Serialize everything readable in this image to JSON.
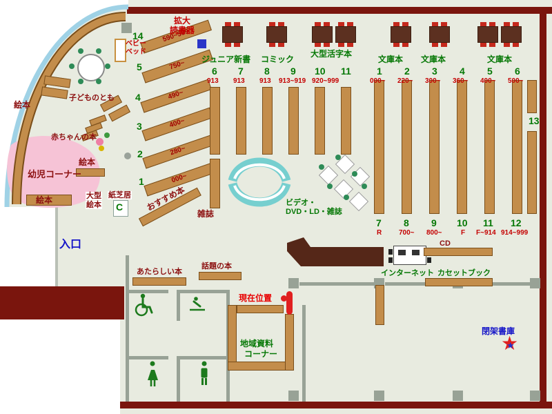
{
  "colors": {
    "wall": "#7a150d",
    "shelf": "#c38d4b",
    "accent_green": "#067806",
    "accent_red": "#c40000",
    "dark_red": "#8c1010",
    "blue": "#1414c8",
    "pink_area": "#f6c3d6",
    "sofa_cyan": "#76cfcf"
  },
  "reader": {
    "line1": "拡大",
    "line2": "読書器"
  },
  "entrance": "入口",
  "children": {
    "ehon_arc": "絵本",
    "ehon_mid": "絵本",
    "ehon_low": "絵本",
    "kodomo_no_tomo": "子どものとも",
    "akachan_no_hon": "赤ちゃんの本",
    "yoji_corner": "幼児コーナー",
    "baby_bed_line1": "ベビー",
    "baby_bed_line2": "ベッド",
    "ogata_line1": "大型",
    "ogata_line2": "絵本",
    "kamishibai": "紙芝居",
    "c_mark": "C"
  },
  "diagonal_shelves": [
    {
      "num": "14",
      "range": "590~599"
    },
    {
      "num": "5",
      "range": "750~"
    },
    {
      "num": "4",
      "range": "490~"
    },
    {
      "num": "3",
      "range": "400~"
    },
    {
      "num": "2",
      "range": "280~"
    },
    {
      "num": "1",
      "range": "000~"
    }
  ],
  "osusume": "おすすめ本",
  "headers": [
    "ジュニア新書",
    "コミック",
    "大型活字本",
    "文庫本",
    "文庫本",
    "文庫本"
  ],
  "shelves_top_left": [
    {
      "num": "6",
      "range": "913"
    },
    {
      "num": "7",
      "range": "913"
    },
    {
      "num": "8",
      "range": "913"
    },
    {
      "num": "9",
      "range": "913~919"
    },
    {
      "num": "10",
      "range": "920~999"
    },
    {
      "num": "11",
      "range": ""
    }
  ],
  "shelves_top_right": [
    {
      "num": "1",
      "range": "000~"
    },
    {
      "num": "2",
      "range": "220~"
    },
    {
      "num": "3",
      "range": "300~"
    },
    {
      "num": "4",
      "range": "360~"
    },
    {
      "num": "5",
      "range": "400~"
    },
    {
      "num": "6",
      "range": "500~"
    }
  ],
  "shelves_bottom": [
    {
      "num": "7",
      "range": "R"
    },
    {
      "num": "8",
      "range": "700~"
    },
    {
      "num": "9",
      "range": "800~"
    },
    {
      "num": "10",
      "range": "F"
    },
    {
      "num": "11",
      "range": "F~914"
    },
    {
      "num": "12",
      "range": "914~999"
    }
  ],
  "shelf13": "13",
  "zasshi": "雑誌",
  "video": {
    "line1": "ビデオ・",
    "line2": "DVD・LD・雑誌"
  },
  "service": {
    "cd": "CD",
    "internet": "インターネット",
    "cassette": "カセットブック"
  },
  "info": {
    "new_books": "あたらしい本",
    "topic_books": "話題の本",
    "current_position": "現在位置"
  },
  "local_corner": {
    "line1": "地域資料",
    "line2": "コーナー"
  },
  "closed_stacks": "閉架書庫"
}
